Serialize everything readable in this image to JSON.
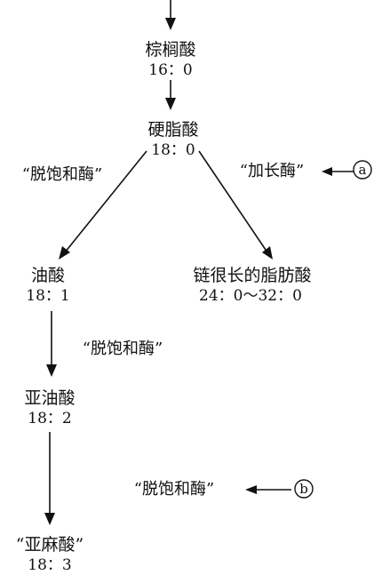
{
  "nodes": {
    "palmitic": {
      "name": "棕榈酸",
      "ratio": "16：0"
    },
    "stearic": {
      "name": "硬脂酸",
      "ratio": "18：0"
    },
    "oleic": {
      "name": "油酸",
      "ratio": "18：1"
    },
    "very_long": {
      "name": "链很长的脂肪酸",
      "ratio": "24：0～32：0"
    },
    "linoleic": {
      "name": "亚油酸",
      "ratio": "18：2"
    },
    "linolenic": {
      "name": "“亚麻酸”",
      "ratio": "18：3"
    }
  },
  "enzymes": {
    "desaturase_1": "“脱饱和酶”",
    "elongase": "“加长酶”",
    "desaturase_2": "“脱饱和酶”",
    "desaturase_3": "“脱饱和酶”"
  },
  "markers": {
    "a": "a",
    "b": "b"
  }
}
